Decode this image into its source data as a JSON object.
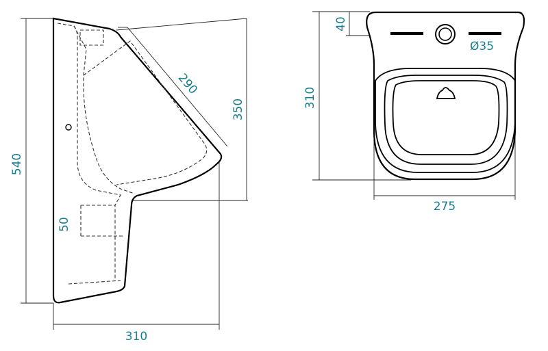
{
  "side_view": {
    "height_total": "540",
    "width": "310",
    "slope_length": "290",
    "upper_height": "350",
    "outlet_height": "50"
  },
  "front_view": {
    "height": "310",
    "width": "275",
    "inlet_offset": "40",
    "inlet_diameter": "Ø35"
  },
  "colors": {
    "dimension_text": "#1a7f8f",
    "outline": "#000000",
    "dimension_lines": "#222222"
  }
}
